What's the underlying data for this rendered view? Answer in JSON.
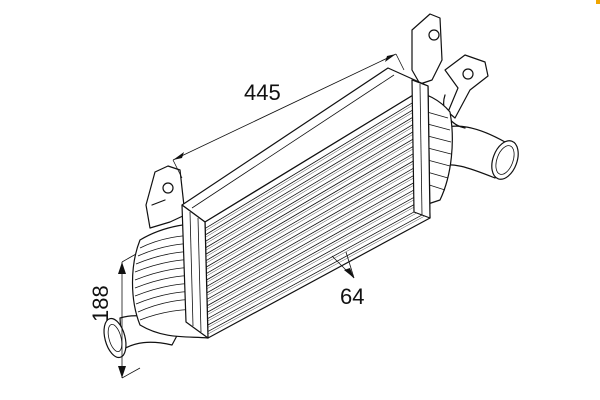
{
  "dimensions": {
    "length": "445",
    "height": "188",
    "depth": "64"
  },
  "colors": {
    "line": "#111111",
    "background": "#ffffff",
    "corner_mark": "#f0a500"
  }
}
